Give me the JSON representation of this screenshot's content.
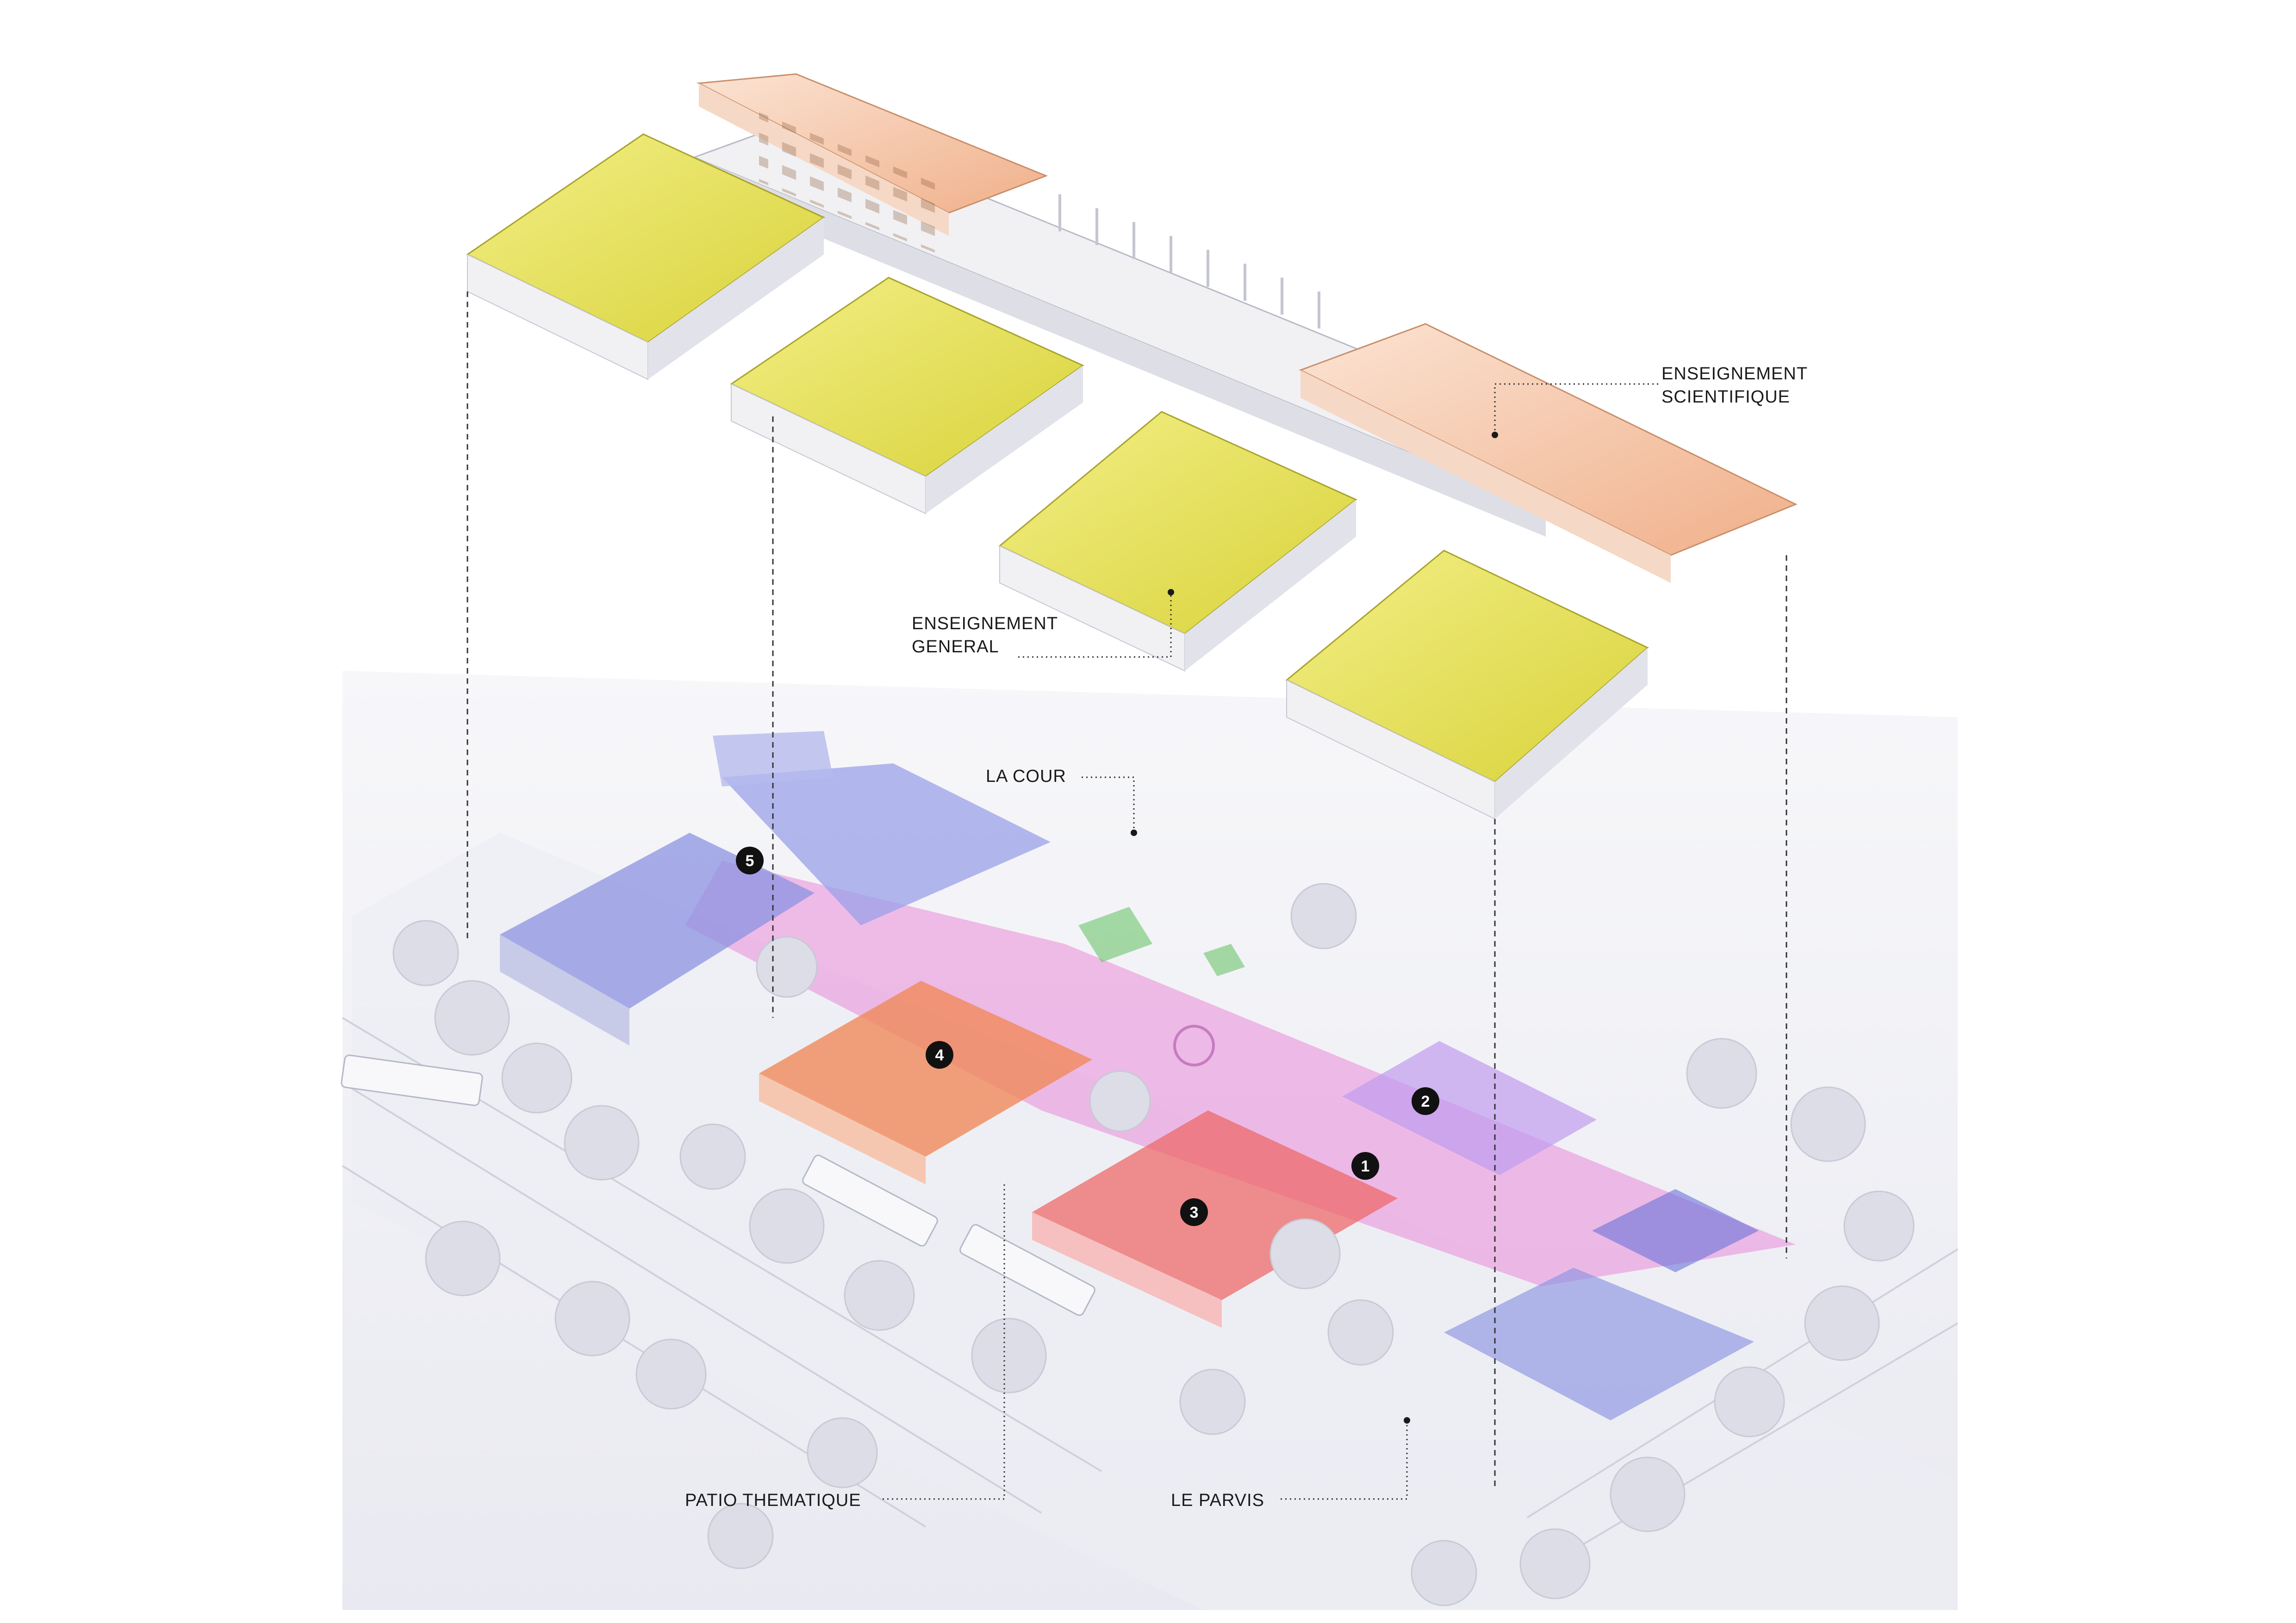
{
  "labels": {
    "enseignement_scientifique_1": "ENSEIGNEMENT",
    "enseignement_scientifique_2": "SCIENTIFIQUE",
    "enseignement_general_1": "ENSEIGNEMENT",
    "enseignement_general_2": "GENERAL",
    "la_cour": "LA COUR",
    "patio_thematique": "PATIO THEMATIQUE",
    "le_parvis": "LE PARVIS"
  },
  "markers": [
    "1",
    "2",
    "3",
    "4",
    "5"
  ],
  "colors": {
    "classrooms_yellow": "#e6e24a",
    "science_orange": "#f2b994",
    "hall_orange": "#f07a45",
    "admin_blue": "#6a72d8",
    "lab_red": "#ee6060",
    "circulation_magenta": "#e98ad8",
    "library_violet": "#b98ce8",
    "green_structure": "#6cc46c",
    "tree_grey": "#dcdde6",
    "ground": "#f1f2f6"
  }
}
